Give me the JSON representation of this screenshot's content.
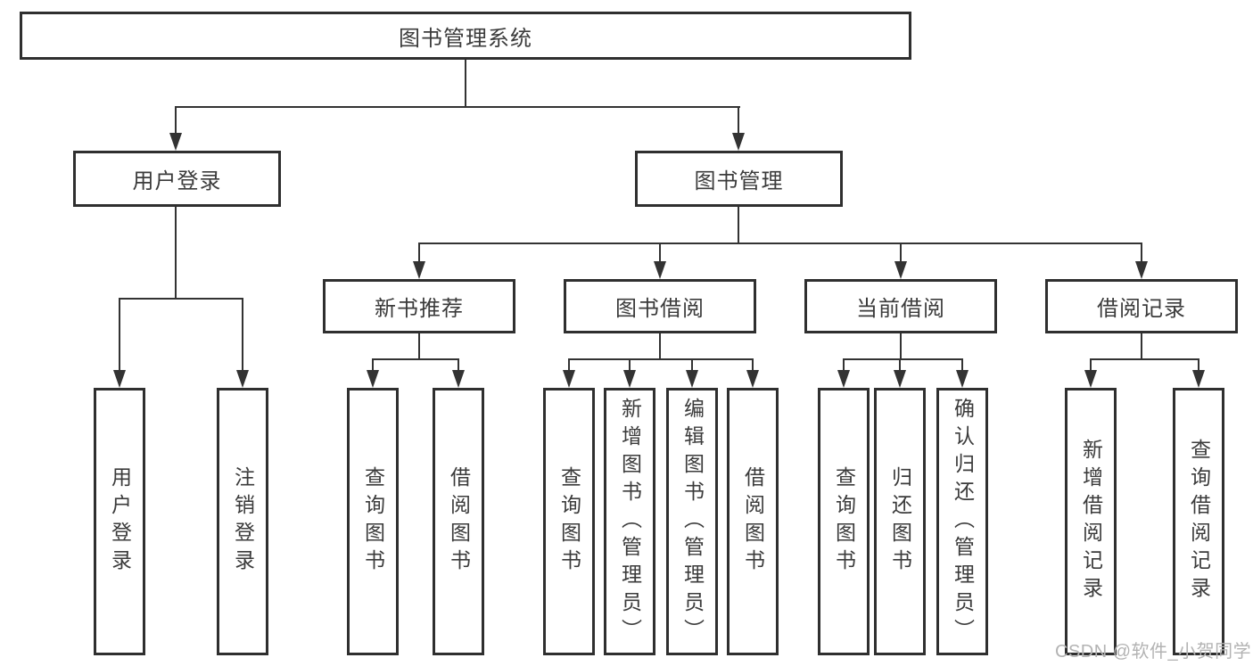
{
  "tree": {
    "root": {
      "label": "图书管理系统",
      "children": [
        {
          "label": "用户登录",
          "children": [
            {
              "label": "用户登录"
            },
            {
              "label": "注销登录"
            }
          ]
        },
        {
          "label": "图书管理",
          "children": [
            {
              "label": "新书推荐",
              "children": [
                {
                  "label": "查询图书"
                },
                {
                  "label": "借阅图书"
                }
              ]
            },
            {
              "label": "图书借阅",
              "children": [
                {
                  "label": "查询图书"
                },
                {
                  "label": "新增图书（管理员）"
                },
                {
                  "label": "编辑图书（管理员）"
                },
                {
                  "label": "借阅图书"
                }
              ]
            },
            {
              "label": "当前借阅",
              "children": [
                {
                  "label": "查询图书"
                },
                {
                  "label": "归还图书"
                },
                {
                  "label": "确认归还（管理员）"
                }
              ]
            },
            {
              "label": "借阅记录",
              "children": [
                {
                  "label": "新增借阅记录"
                },
                {
                  "label": "查询借阅记录"
                }
              ]
            }
          ]
        }
      ]
    }
  },
  "watermark": {
    "text": "CSDN @软件_小贺同学"
  },
  "colors": {
    "line": "#333333",
    "border": "#2f2f2f",
    "text": "#3b3b3b",
    "watermark": "#b3b3b3",
    "background": "#ffffff"
  }
}
